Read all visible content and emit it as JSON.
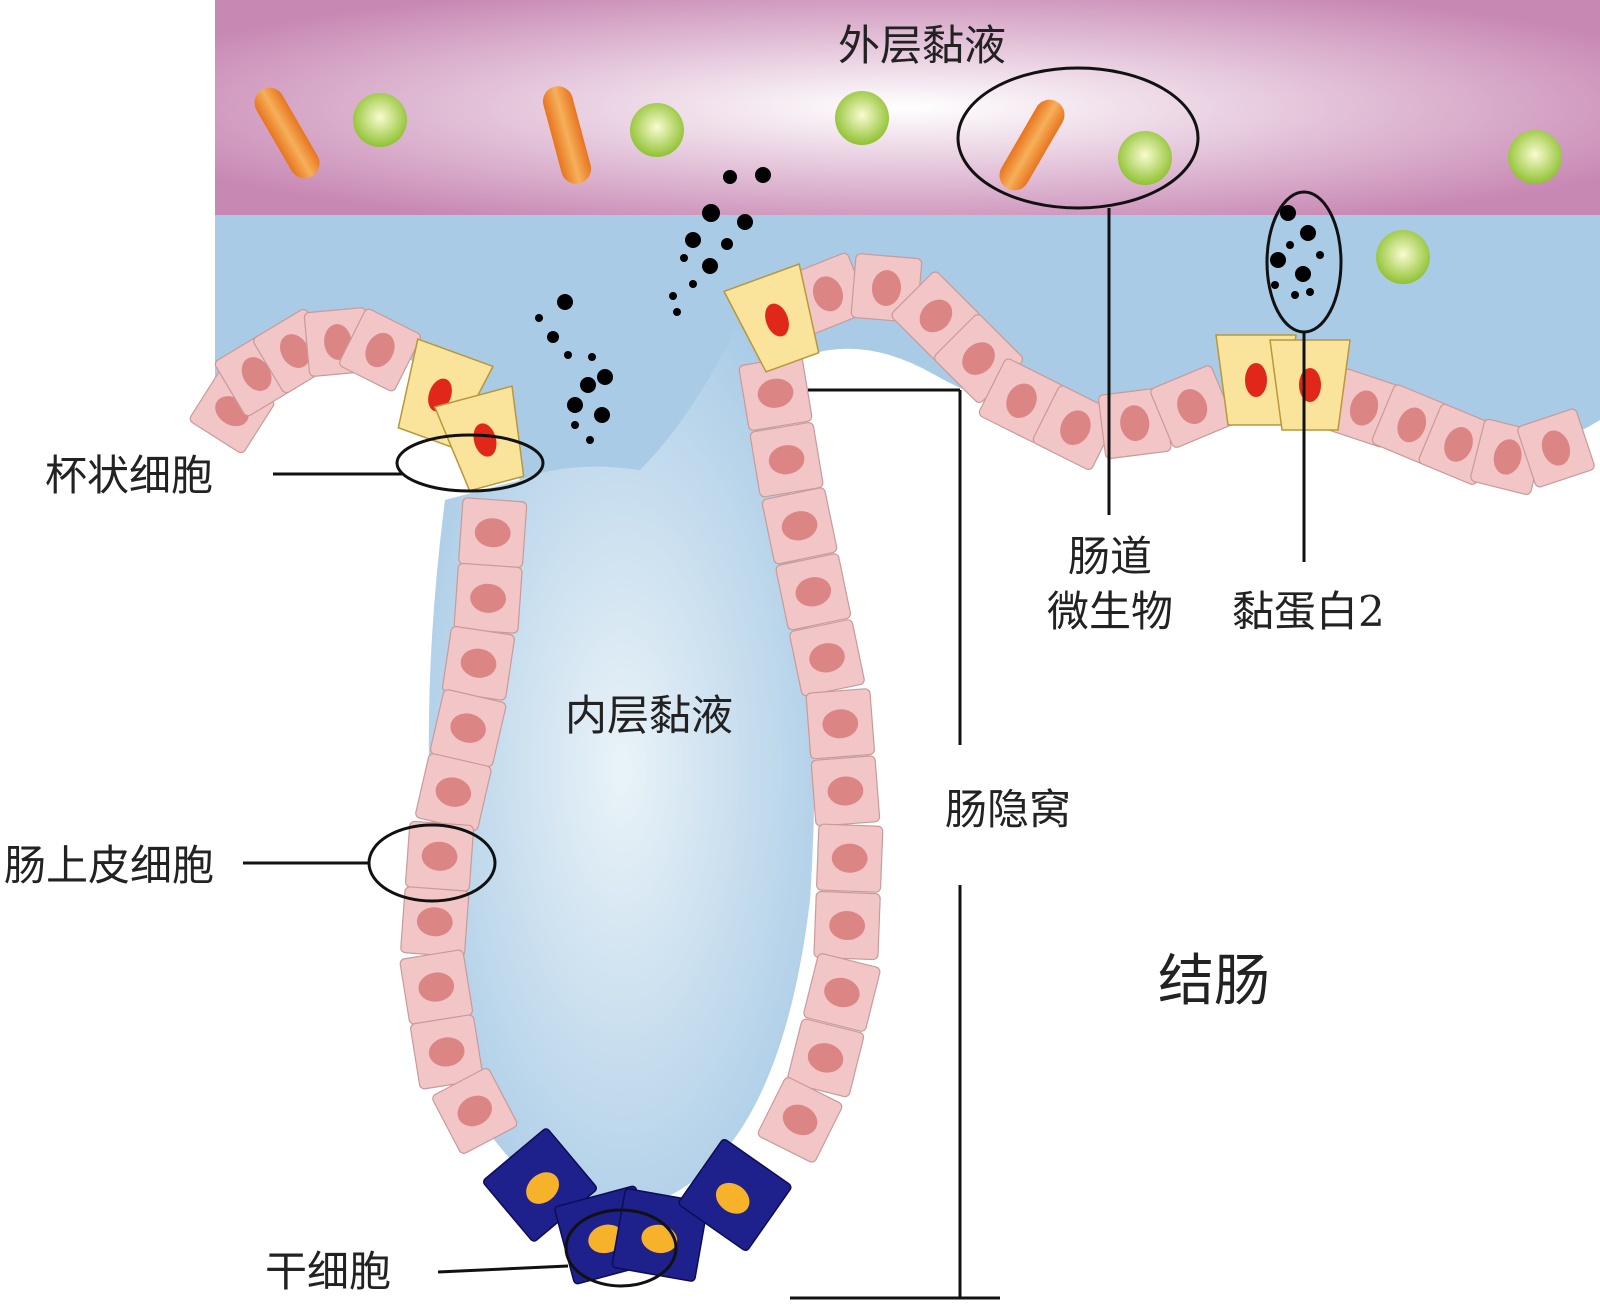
{
  "labels": {
    "outer_mucus": "外层黏液",
    "inner_mucus": "内层黏液",
    "goblet_cell": "杯状细胞",
    "epithelial_cell": "肠上皮细胞",
    "stem_cell": "干细胞",
    "gut_microbiota_line1": "肠道",
    "gut_microbiota_line2": "微生物",
    "mucin2": "黏蛋白2",
    "crypt": "肠隐窝",
    "colon": "结肠"
  },
  "colors": {
    "outer_mucus": "#c888b4",
    "inner_mucus": "#a9cbe6",
    "epithelial_cell": "#f2c6c6",
    "epithelial_nucleus": "#dc8585",
    "goblet_cell": "#fae39a",
    "goblet_nucleus": "#e0271a",
    "stem_cell": "#1e208c",
    "stem_nucleus": "#f6b22a",
    "rod_bacteria": "#e8741f",
    "cocci_bacteria": "#8fc232",
    "mucin_granule": "#000000"
  }
}
